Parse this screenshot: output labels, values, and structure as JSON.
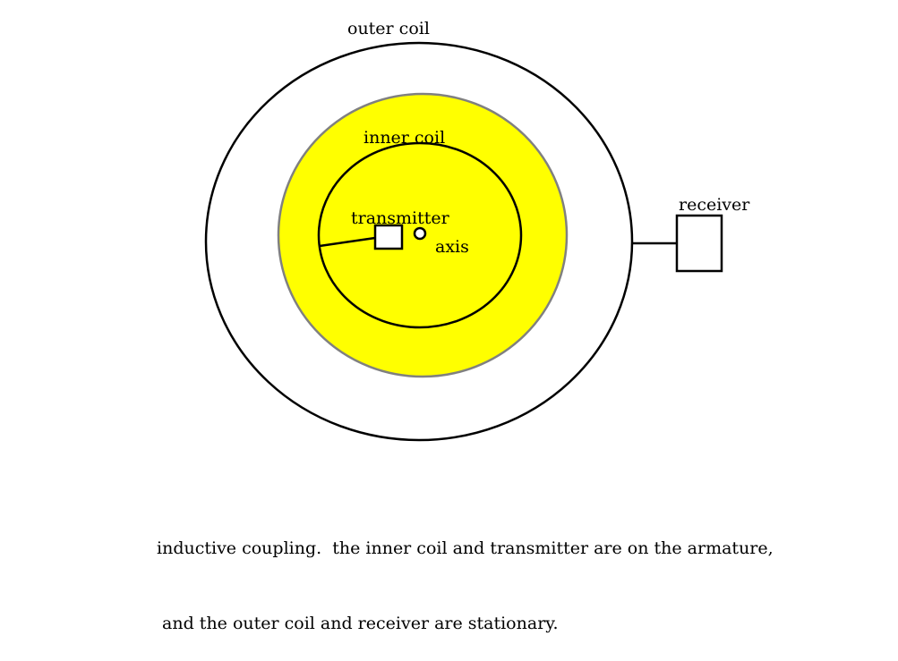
{
  "labels": {
    "outer_coil": "outer coil",
    "inner_coil": "inner coil",
    "transmitter": "transmitter",
    "axis": "axis",
    "receiver": "receiver"
  },
  "caption": {
    "line1": "inductive coupling.  the inner coil and transmitter are on the armature,",
    "line2": " and the outer coil and receiver are stationary."
  },
  "colors": {
    "armature_fill": "#ffff00",
    "armature_outline": "#808080",
    "line": "#000000",
    "background": "#ffffff"
  }
}
